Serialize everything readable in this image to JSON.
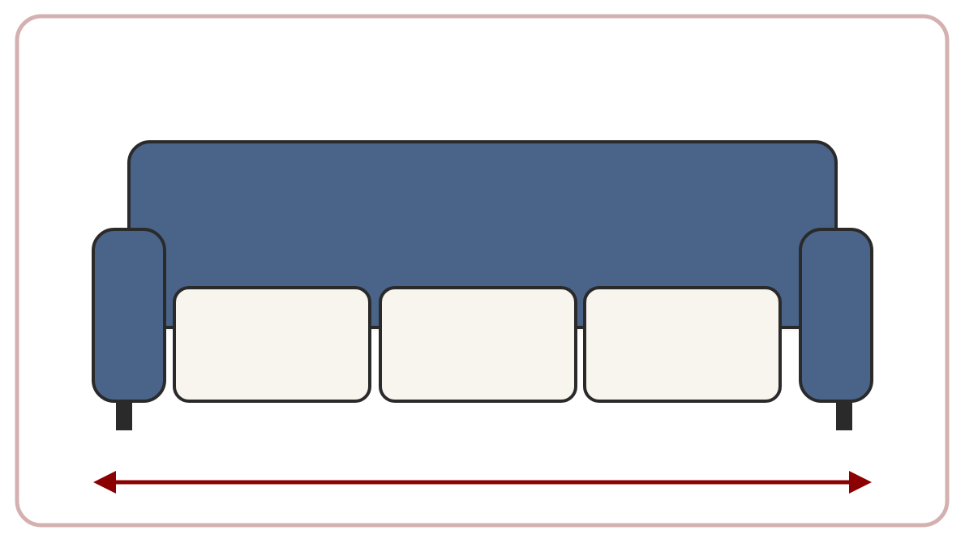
{
  "colors": {
    "frame_border": "#d4b1b0",
    "background": "#ffffff",
    "sofa_body": "#4a6489",
    "cushion": "#f8f4ee",
    "outline": "#2a2a2a",
    "legs": "#2a2a2a",
    "width_arrow": "#8b0000"
  },
  "diagram": {
    "subject": "sofa-front-view",
    "seat_cushion_count": 3,
    "armrest_count": 2,
    "leg_count": 2,
    "dimension_indicator": "horizontal-width-arrow"
  }
}
